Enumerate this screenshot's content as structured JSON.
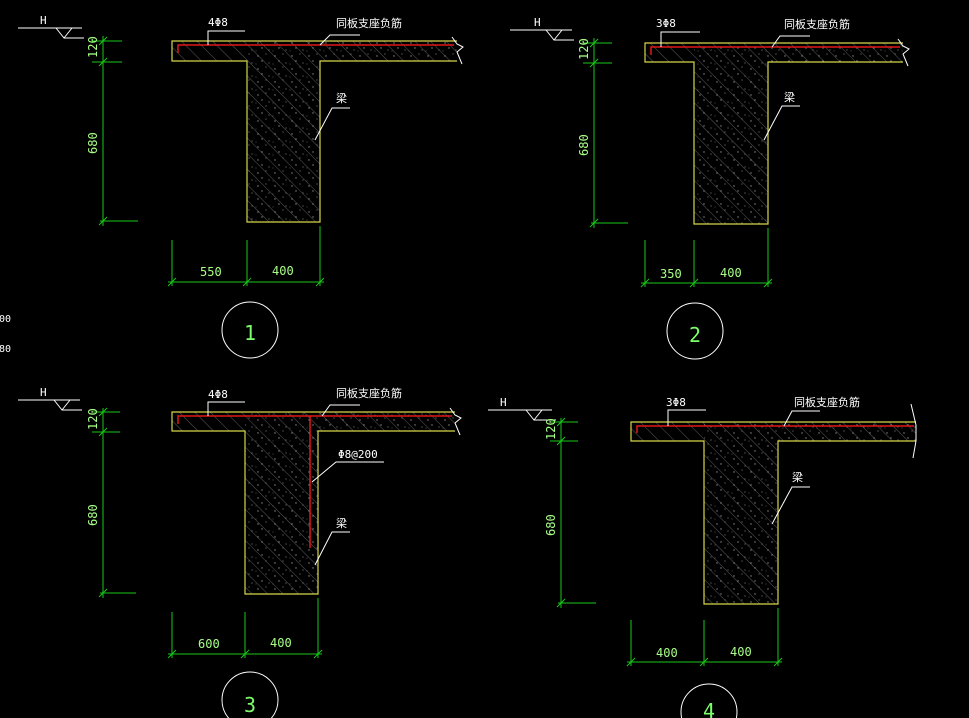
{
  "margin_labels": [
    "00",
    "80"
  ],
  "colors": {
    "background": "#000000",
    "outline": "#d6d64a",
    "dimension": "#19c819",
    "rebar": "#e01818",
    "text": "#ffffff",
    "circle": "#ffffff",
    "hatch": "#5a5a5a"
  },
  "details": [
    {
      "number": "1",
      "elevation": "H",
      "top_rebar": "4Φ8",
      "top_label": "同板支座负筋",
      "beam_label": "梁",
      "stirrup_label": "",
      "dim_slab": "120",
      "dim_beam": "680",
      "dim_overhang": "550",
      "dim_width": "400"
    },
    {
      "number": "2",
      "elevation": "H",
      "top_rebar": "3Φ8",
      "top_label": "同板支座负筋",
      "beam_label": "梁",
      "stirrup_label": "",
      "dim_slab": "120",
      "dim_beam": "680",
      "dim_overhang": "350",
      "dim_width": "400"
    },
    {
      "number": "3",
      "elevation": "H",
      "top_rebar": "4Φ8",
      "top_label": "同板支座负筋",
      "beam_label": "梁",
      "stirrup_label": "Φ8@200",
      "dim_slab": "120",
      "dim_beam": "680",
      "dim_overhang": "600",
      "dim_width": "400"
    },
    {
      "number": "4",
      "elevation": "H",
      "top_rebar": "3Φ8",
      "top_label": "同板支座负筋",
      "beam_label": "梁",
      "stirrup_label": "",
      "dim_slab": "120",
      "dim_beam": "680",
      "dim_overhang": "400",
      "dim_width": "400"
    }
  ]
}
